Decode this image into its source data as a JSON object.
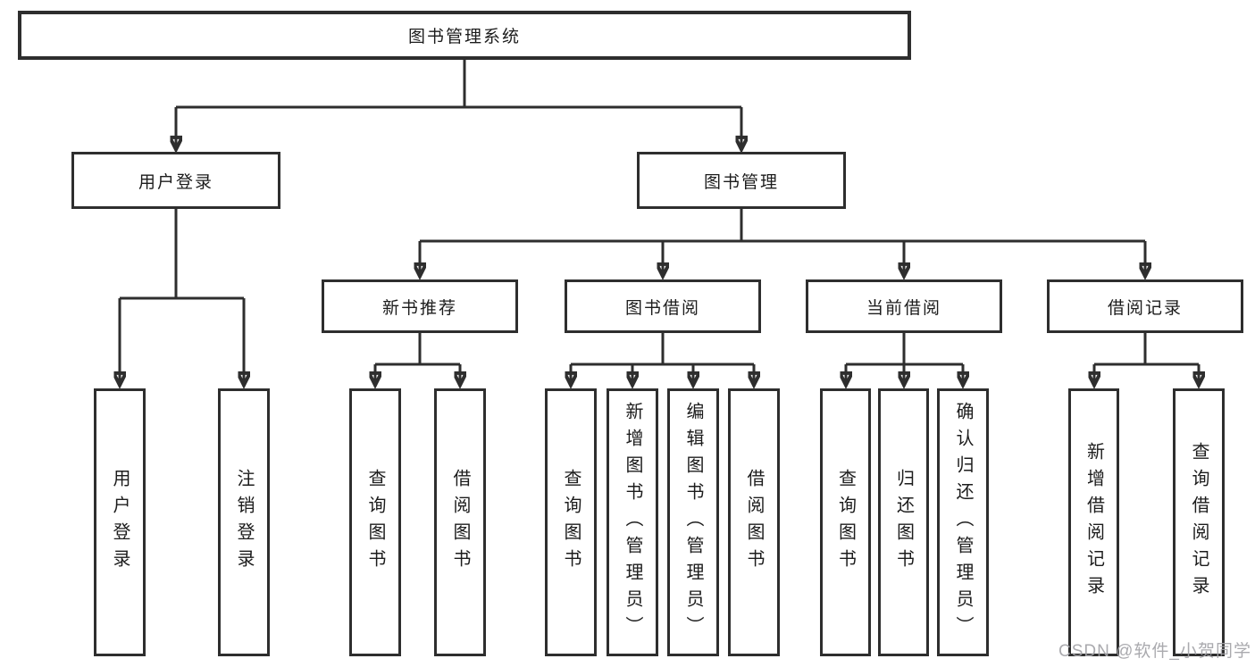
{
  "colors": {
    "line": "#2e2e2e",
    "text": "#1c1c1c",
    "background": "#ffffff",
    "watermark": "#a3a3a8"
  },
  "root": {
    "label": "图书管理系统"
  },
  "user_login": {
    "label": "用户登录",
    "children": [
      "用户登录",
      "注销登录"
    ]
  },
  "book_management": {
    "label": "图书管理",
    "sections": [
      {
        "label": "新书推荐",
        "children": [
          "查询图书",
          "借阅图书"
        ]
      },
      {
        "label": "图书借阅",
        "children": [
          "查询图书",
          "新增图书（管理员）",
          "编辑图书（管理员）",
          "借阅图书"
        ]
      },
      {
        "label": "当前借阅",
        "children": [
          "查询图书",
          "归还图书",
          "确认归还（管理员）"
        ]
      },
      {
        "label": "借阅记录",
        "children": [
          "新增借阅记录",
          "查询借阅记录"
        ]
      }
    ]
  },
  "watermark": "CSDN @软件_小贺同学"
}
